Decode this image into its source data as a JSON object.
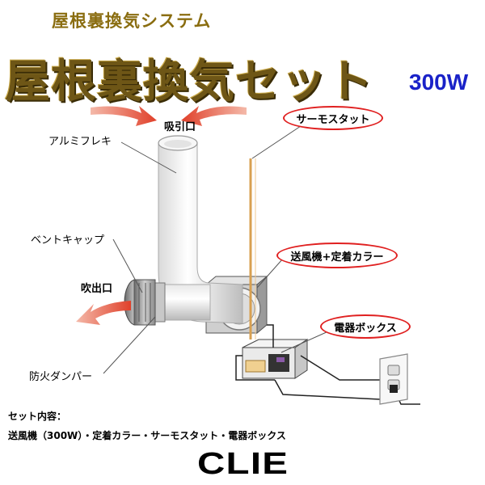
{
  "header": {
    "subtitle": "屋根裏換気システム",
    "title": "屋根裏換気セット",
    "wattage": "300W"
  },
  "labels": {
    "intake": "吸引口",
    "flex_duct": "アルミフレキ",
    "thermostat": "サーモスタット",
    "vent_cap": "ベントキャップ",
    "fan_collar": "送風機+定着カラー",
    "outlet": "吹出口",
    "electrical_box": "電器ボックス",
    "fire_damper": "防火ダンパー"
  },
  "contents": {
    "heading": "セット内容：",
    "items": "送風機（300W）・定着カラー・サーモスタット・電器ボックス"
  },
  "brand": "CLIE",
  "colors": {
    "title": "#6e5616",
    "subtitle": "#8a6d10",
    "wattage": "#1a22c8",
    "callout_oval": "#e02020",
    "arrow": "#e0402a"
  }
}
